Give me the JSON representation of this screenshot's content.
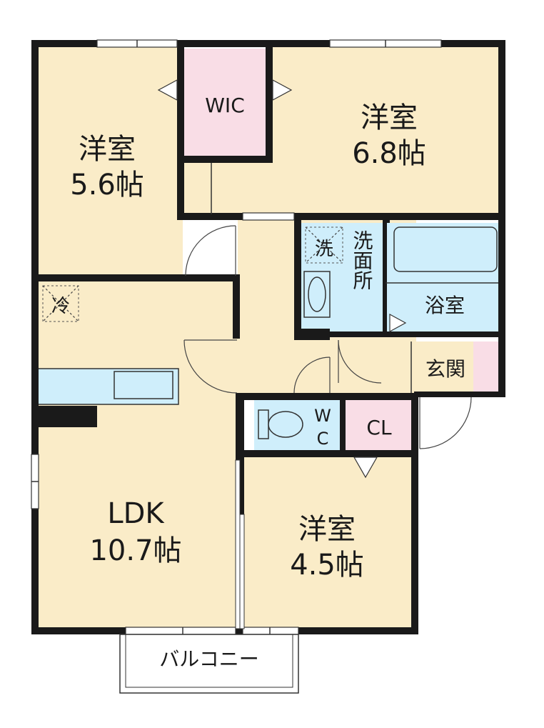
{
  "rooms": {
    "bedroom_nw": {
      "name": "洋室",
      "size": "5.6帖"
    },
    "wic": {
      "name": "WIC"
    },
    "bedroom_ne": {
      "name": "洋室",
      "size": "6.8帖"
    },
    "washroom": {
      "name": "洗面所",
      "laundry": "洗"
    },
    "bathroom": {
      "name": "浴室"
    },
    "fridge": {
      "name": "冷"
    },
    "entrance": {
      "name": "玄関"
    },
    "toilet": {
      "name_line1": "W",
      "name_line2": "C"
    },
    "closet": {
      "name": "CL"
    },
    "ldk": {
      "name": "LDK",
      "size": "10.7帖"
    },
    "bedroom_s": {
      "name": "洋室",
      "size": "4.5帖"
    },
    "balcony": {
      "name": "バルコニー"
    }
  },
  "colors": {
    "floor": "#faecc8",
    "wet": "#cfeefb",
    "closet": "#f9dde6",
    "entrance": "#f9dde6",
    "wall": "#1a1a1a",
    "outline": "#333333"
  }
}
